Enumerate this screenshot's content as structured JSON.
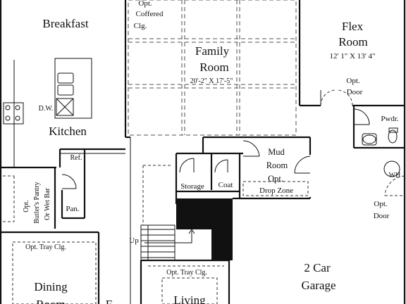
{
  "rooms": {
    "breakfast": "Breakfast",
    "coffered_line1": "Opt.",
    "coffered_line2": "Coffered",
    "coffered_line3": "Clg.",
    "family_line1": "Family",
    "family_line2": "Room",
    "family_dims": "20'-2\" X 17'-5\"",
    "flex_line1": "Flex",
    "flex_line2": "Room",
    "flex_dims": "12' 1\" X 13' 4\"",
    "flex_door_line1": "Opt.",
    "flex_door_line2": "Door",
    "dw": "D.W.",
    "kitchen": "Kitchen",
    "pwdr": "Pwdr.",
    "ref": "Ref.",
    "mud_line1": "Mud",
    "mud_line2": "Room",
    "mud_line3": "Opt.",
    "drop_zone": "Drop Zone",
    "storage": "Storage",
    "coat": "Coat",
    "wh": "WH",
    "butler_line1": "Opt.",
    "butler_line2": "Butler's Pantry",
    "butler_line3": "Or Wet Bar",
    "pan": "Pan.",
    "garage_door_line1": "Opt.",
    "garage_door_line2": "Door",
    "up": "Up",
    "tray_dining": "Opt. Tray Clg.",
    "tray_living": "Opt. Tray Clg.",
    "garage_line1": "2 Car",
    "garage_line2": "Garage",
    "dining_line1": "Dining",
    "dining_line2": "Room",
    "foyer_partial": "E",
    "living": "Living"
  }
}
